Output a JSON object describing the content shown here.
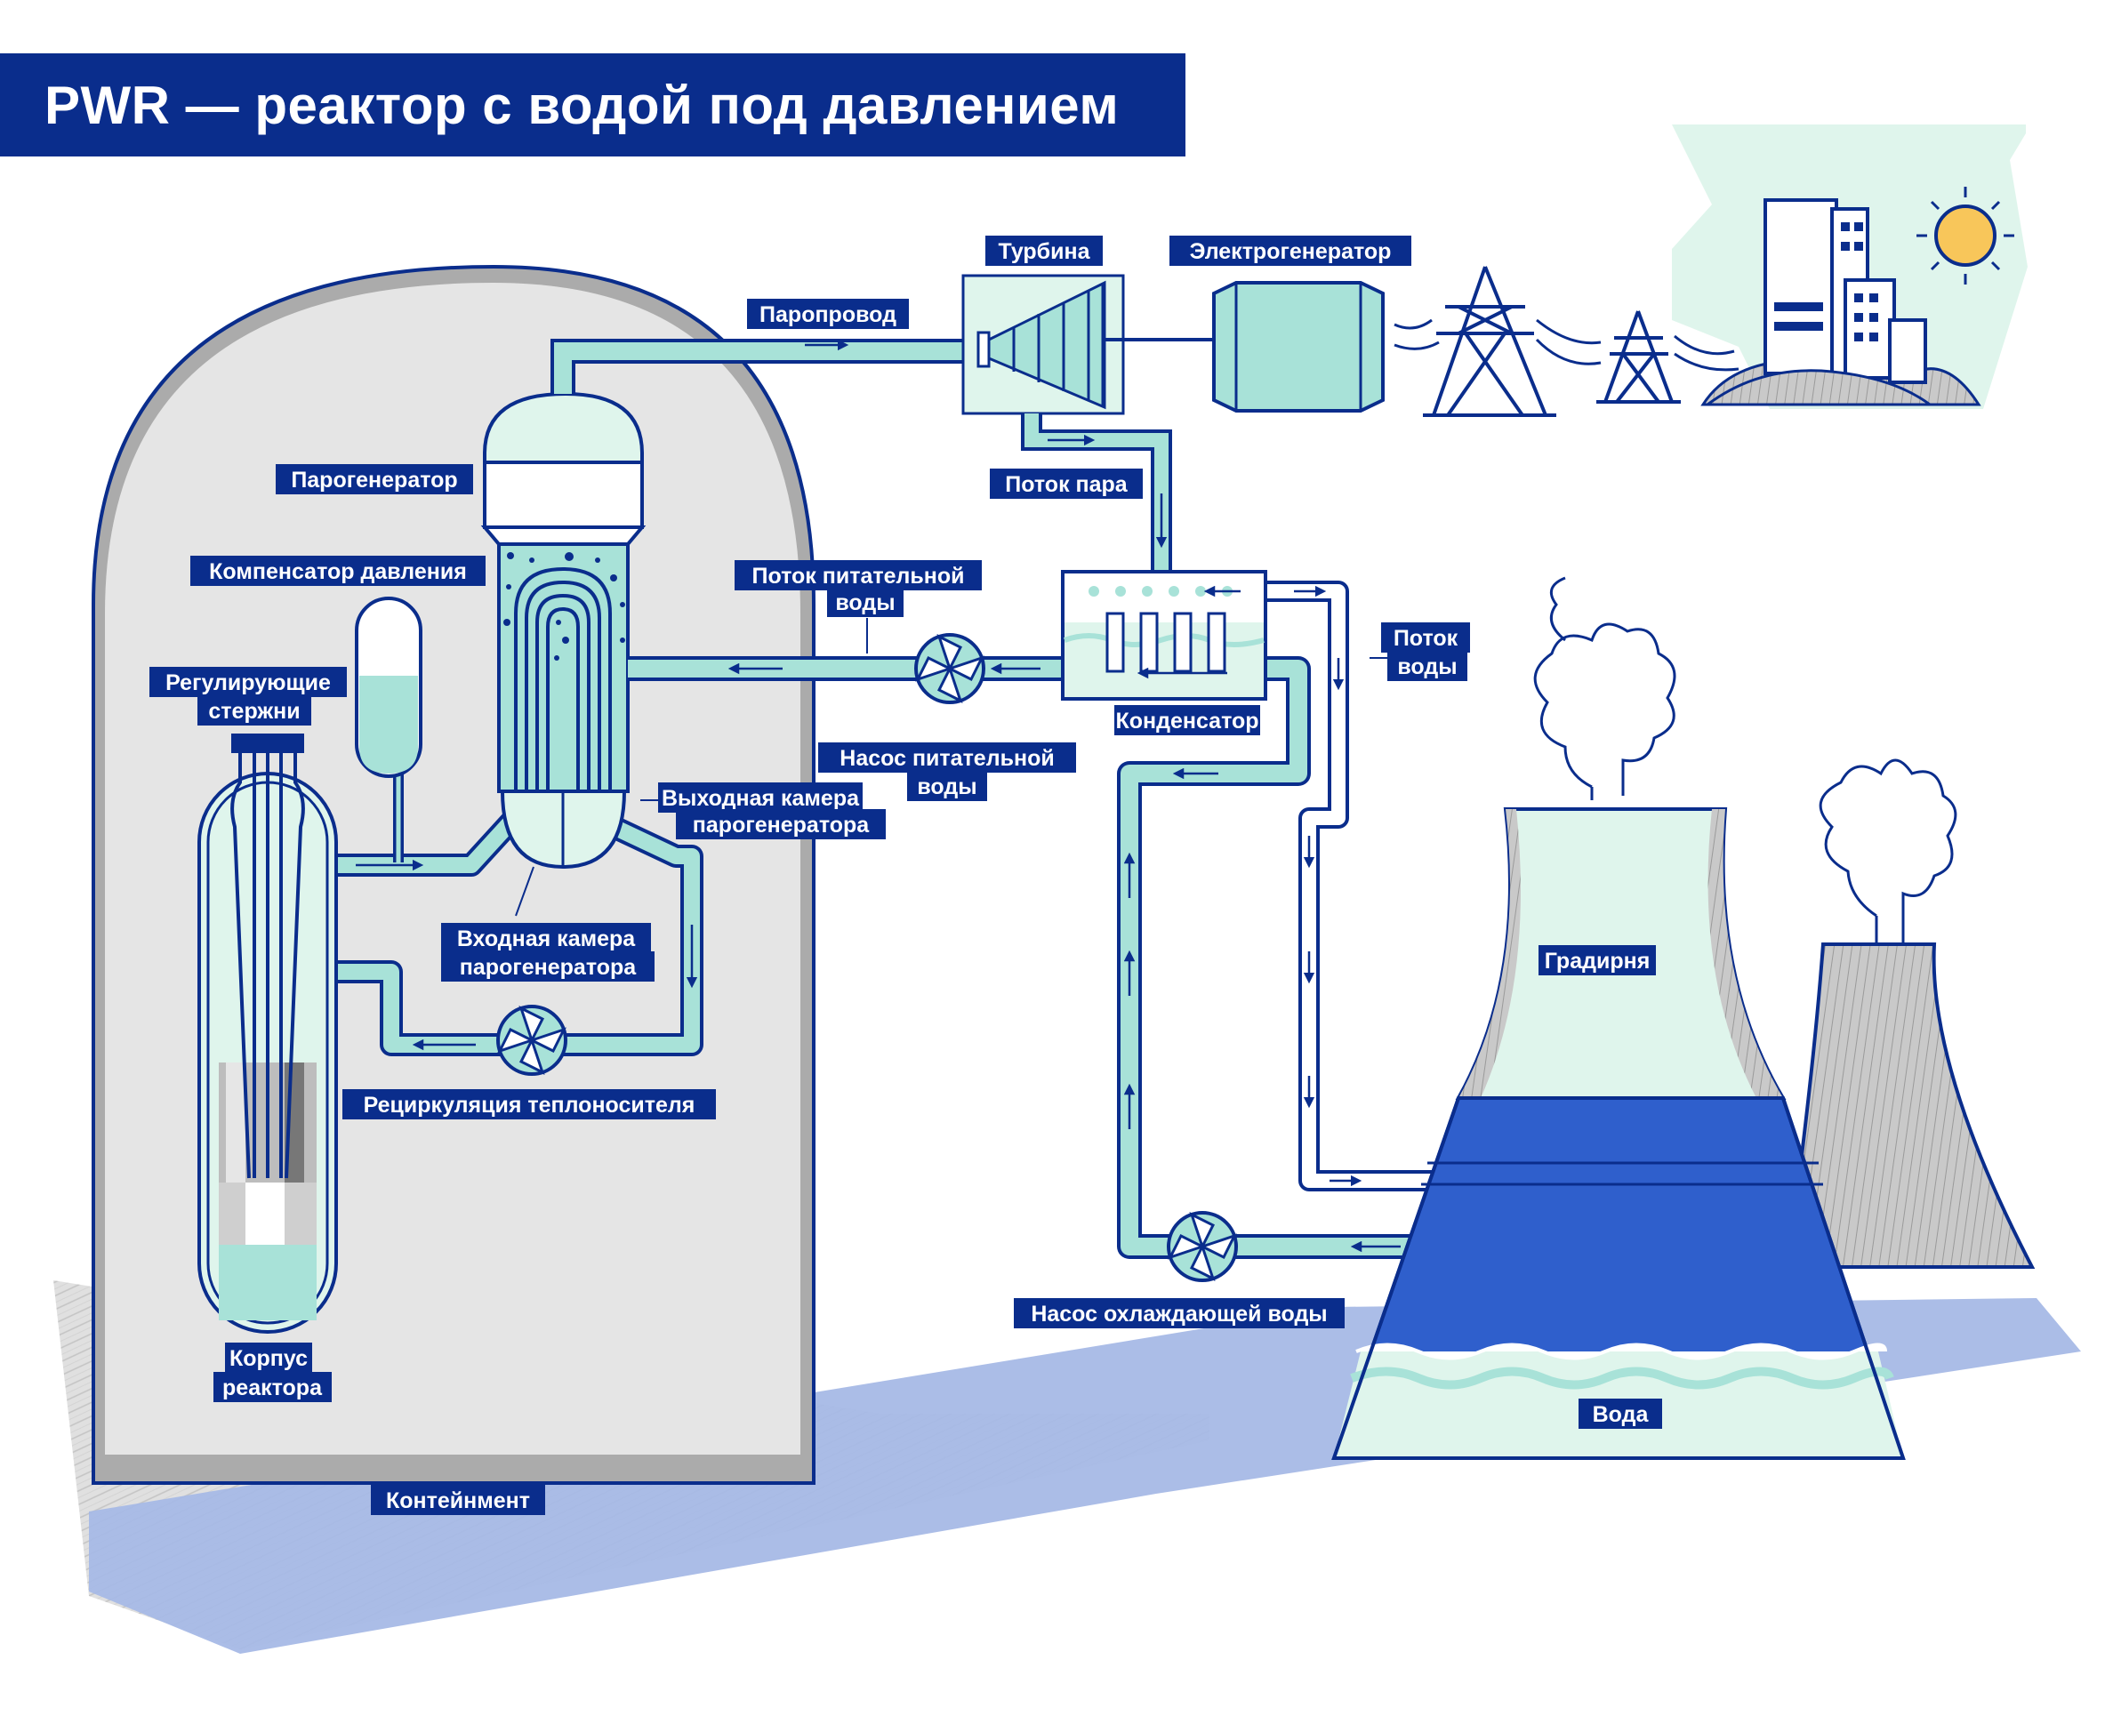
{
  "title": "PWR — реактор с водой под давлением",
  "labels": {
    "turbine": "Турбина",
    "generator": "Электрогенератор",
    "steam_pipe": "Паропровод",
    "steam_generator": "Парогенератор",
    "steam_flow": "Поток пара",
    "pressurizer": "Компенсатор давления",
    "feedwater_flow_1": "Поток питательной",
    "feedwater_flow_2": "воды",
    "water_flow_1": "Поток",
    "water_flow_2": "воды",
    "control_rods_1": "Регулирующие",
    "control_rods_2": "стержни",
    "condenser": "Конденсатор",
    "feedwater_pump_1": "Насос питательной",
    "feedwater_pump_2": "воды",
    "sg_outlet_1": "Выходная камера",
    "sg_outlet_2": "парогенератора",
    "sg_inlet_1": "Входная камера",
    "sg_inlet_2": "парогенератора",
    "cooling_tower": "Градирня",
    "recirculation": "Рециркуляция теплоносителя",
    "cooling_pump": "Насос охлаждающей воды",
    "vessel_1": "Корпус",
    "vessel_2": "реактора",
    "water": "Вода",
    "containment": "Контейнмент"
  },
  "colors": {
    "navy": "#0a2d8c",
    "pipe_fill": "#a8e2d8",
    "light_mint": "#dff5ec",
    "containment_grey": "#e5e5e5",
    "deep_blue": "#2f5fcc",
    "shadow_blue": "#a6b9e6",
    "sun": "#f8c65a"
  }
}
